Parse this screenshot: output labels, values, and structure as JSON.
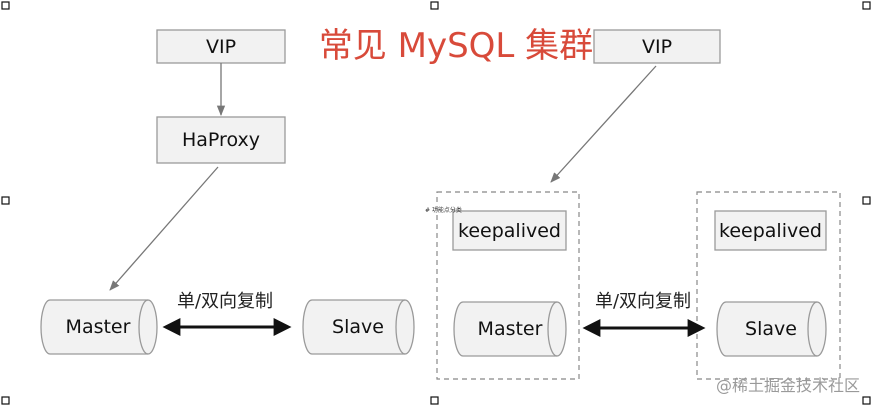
{
  "title": "常见 MySQL 集群",
  "left_cluster": {
    "vip_label": "VIP",
    "proxy_label": "HaProxy",
    "master_label": "Master",
    "slave_label": "Slave",
    "replication_label": "单/双向复制"
  },
  "right_cluster": {
    "vip_label": "VIP",
    "keepalived_left_label": "keepalived",
    "keepalived_right_label": "keepalived",
    "master_label": "Master",
    "slave_label": "Slave",
    "replication_label": "单/双向复制"
  },
  "tiny_note": "# 功能点分类",
  "watermark": "@稀土掘金技术社区",
  "colors": {
    "box_fill": "#f2f2f2",
    "box_stroke": "#9a9a9a",
    "title": "#d84a3a",
    "arrow": "#111111",
    "connector": "#777777"
  }
}
